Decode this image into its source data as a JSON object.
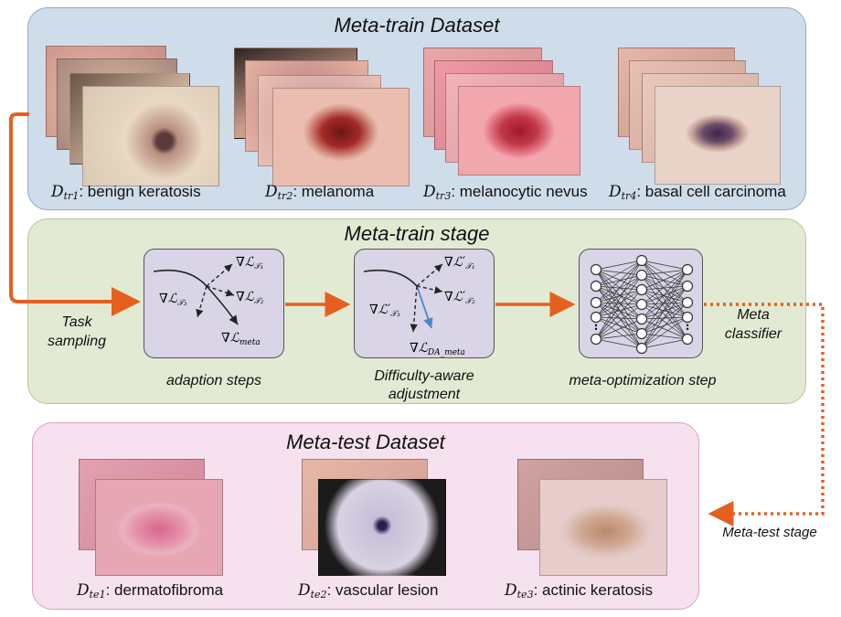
{
  "meta_train_dataset": {
    "title": "Meta-train Dataset",
    "items": [
      {
        "symbol": "D",
        "sub": "tr1",
        "label": ": benign keratosis"
      },
      {
        "symbol": "D",
        "sub": "tr2",
        "label": ": melanoma"
      },
      {
        "symbol": "D",
        "sub": "tr3",
        "label": ": melanocytic nevus"
      },
      {
        "symbol": "D",
        "sub": "tr4",
        "label": ": basal cell carcinoma"
      }
    ]
  },
  "meta_train_stage": {
    "title": "Meta-train stage",
    "task_sampling": "Task sampling",
    "adaption_label": "adaption steps",
    "difficulty_label": "Difficulty-aware adjustment",
    "meta_opt_label": "meta-optimization step",
    "meta_classifier": "Meta classifier",
    "adaption_terms": [
      "∇ℒ",
      "𝒯₁",
      "∇ℒ",
      "𝒯₂",
      "∇ℒ",
      "𝒯₃",
      "∇ℒ",
      "meta"
    ],
    "difficulty_terms": [
      "∇ℒ′",
      "𝒯₁",
      "∇ℒ′",
      "𝒯₂",
      "∇ℒ′",
      "𝒯₃",
      "∇ℒ",
      "DA_meta"
    ]
  },
  "meta_test_dataset": {
    "title": "Meta-test Dataset",
    "items": [
      {
        "symbol": "D",
        "sub": "te1",
        "label": ": dermatofibroma"
      },
      {
        "symbol": "D",
        "sub": "te2",
        "label": ": vascular lesion"
      },
      {
        "symbol": "D",
        "sub": "te3",
        "label": ": actinic keratosis"
      }
    ]
  },
  "meta_test_stage": "Meta-test stage",
  "colors": {
    "flow_arrow": "#e5601e",
    "highlight_arrow": "#4a86c8",
    "train_dataset_bg": "#cfdcea",
    "train_stage_bg": "#e2ead3",
    "test_dataset_bg": "#f6e1ee",
    "step_box_bg": "#d9d4e6"
  }
}
